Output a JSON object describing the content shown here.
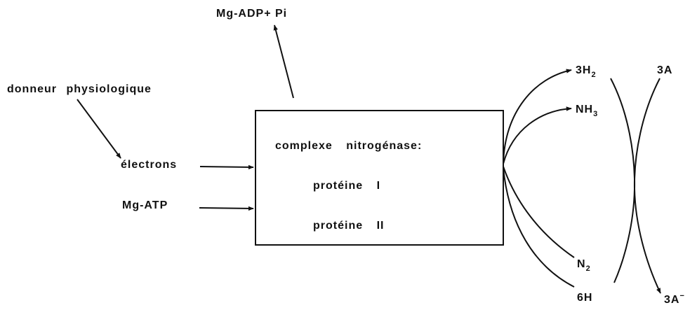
{
  "labels": {
    "donneur": "donneur physiologique",
    "electrons": "électrons",
    "mg_atp": "Mg-ATP",
    "mg_adp": "Mg-ADP+ Pi",
    "complexe": "complexe nitrogénase:",
    "proteine_1": "protéine I",
    "proteine_2": "protéine II",
    "h2_base": "3H",
    "h2_sub": "2",
    "nh3_base": "NH",
    "nh3_sub": "3",
    "n2_base": "N",
    "n2_sub": "2",
    "six_h": "6H",
    "three_a": "3A",
    "three_a_minus_base": "3A",
    "three_a_minus_sup": "−"
  },
  "colors": {
    "ink": "#111111",
    "background": "#ffffff"
  }
}
